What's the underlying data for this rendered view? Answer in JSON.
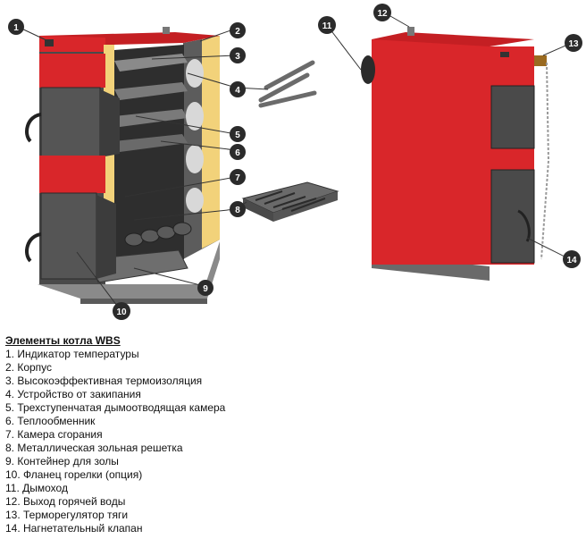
{
  "colors": {
    "body_red": "#d9262a",
    "body_red_dark": "#9e1b1e",
    "steel_dark": "#4a4a4a",
    "steel_mid": "#6b6b6b",
    "steel_light": "#9a9a9a",
    "insulation": "#f2d27a",
    "callout_fill": "#2b2b2b",
    "leader": "#333333"
  },
  "callouts": [
    "1",
    "2",
    "3",
    "4",
    "5",
    "6",
    "7",
    "8",
    "9",
    "10",
    "11",
    "12",
    "13",
    "14"
  ],
  "legend": {
    "title": "Элементы котла WBS",
    "items": [
      "1. Индикатор температуры",
      "2. Корпус",
      "3. Высокоэффективная термоизоляция",
      "4. Устройство от закипания",
      "5. Трехступенчатая дымоотводящая камера",
      "6. Теплообменник",
      "7. Камера сгорания",
      "8. Металлическая зольная решетка",
      "9. Контейнер для золы",
      "10. Фланец горелки (опция)",
      "11. Дымоход",
      "12. Выход горячей воды",
      "13. Терморегулятор тяги",
      "14. Нагнетательный клапан"
    ]
  }
}
